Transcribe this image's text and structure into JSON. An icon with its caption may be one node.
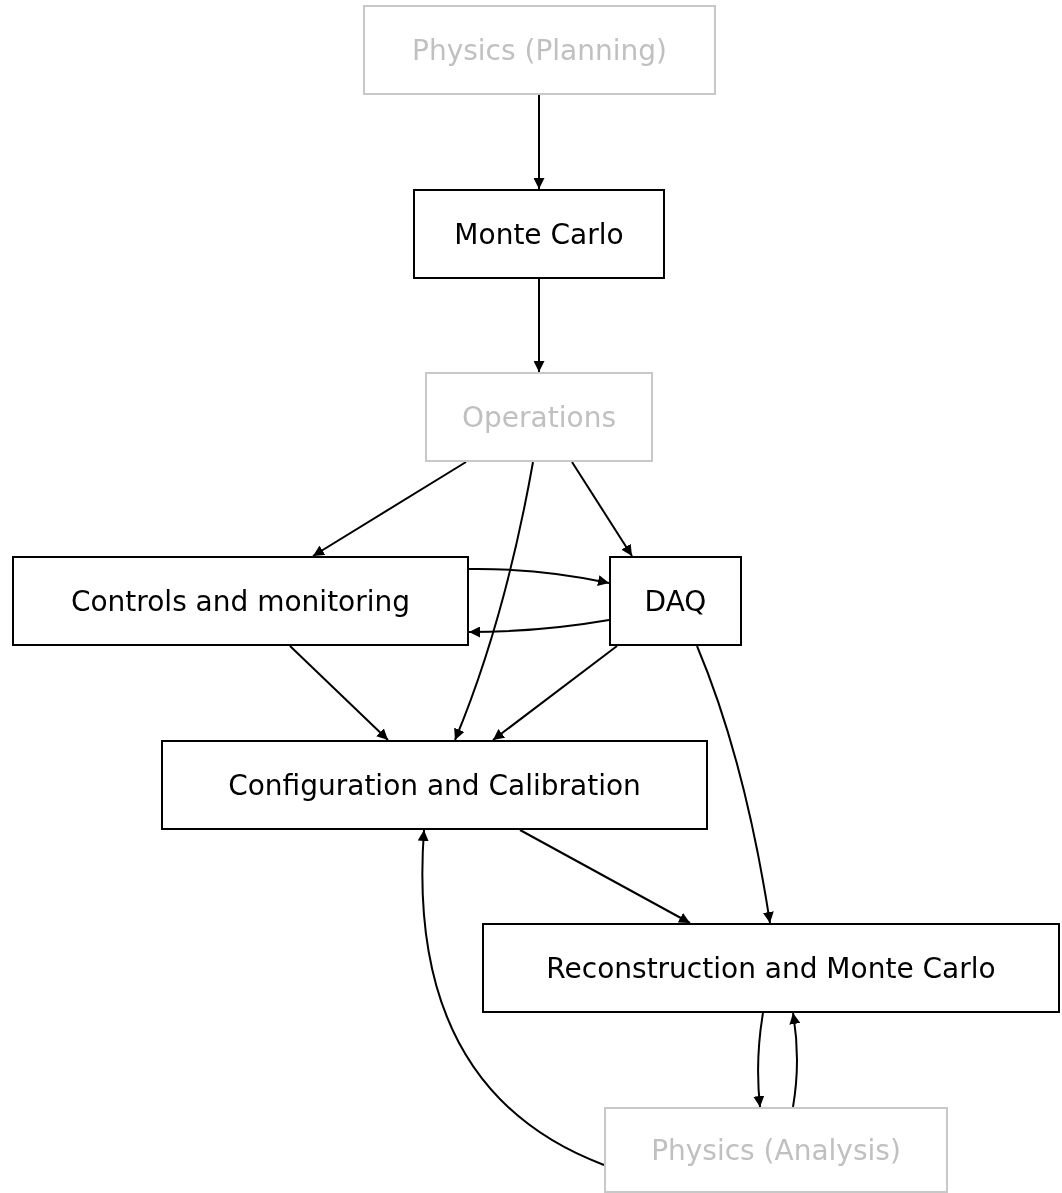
{
  "diagram": {
    "nodes": [
      {
        "text": [
          "Physics (Planning)"
        ]
      },
      {
        "text": [
          "Monte Carlo"
        ]
      },
      {
        "text": [
          "Operations"
        ]
      },
      {
        "text": [
          "Controls and monitoring"
        ]
      },
      {
        "text": [
          "DAQ"
        ]
      },
      {
        "text": [
          "Configuration and Calibration"
        ]
      },
      {
        "text": [
          "Reconstruction and Monte Carlo"
        ]
      },
      {
        "text": [
          "Physics (Analysis)"
        ]
      }
    ],
    "edges": [
      {
        "from": 0,
        "to": 1,
        "arrow": "to"
      },
      {
        "from": 1,
        "to": 2,
        "arrow": "to"
      },
      {
        "from": 2,
        "to": 3,
        "arrow": "to"
      },
      {
        "from": 2,
        "to": 5,
        "arrow": "to"
      },
      {
        "from": 2,
        "to": 4,
        "arrow": "to"
      },
      {
        "from": 3,
        "to": 4,
        "arrow": "to"
      },
      {
        "from": 4,
        "to": 3,
        "arrow": "to"
      },
      {
        "from": 3,
        "to": 5,
        "arrow": "to"
      },
      {
        "from": 4,
        "to": 5,
        "arrow": "to"
      },
      {
        "from": 4,
        "to": 6,
        "arrow": "to"
      },
      {
        "from": 5,
        "to": 6,
        "arrow": "to"
      },
      {
        "from": 6,
        "to": 7,
        "arrow": "to"
      },
      {
        "from": 7,
        "to": 6,
        "arrow": "to"
      },
      {
        "from": 7,
        "to": 5,
        "arrow": "to"
      }
    ]
  }
}
